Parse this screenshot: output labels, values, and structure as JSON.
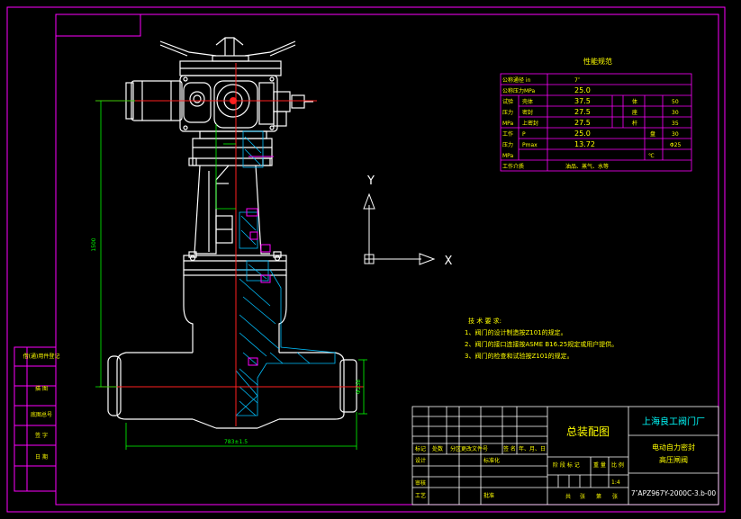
{
  "colors": {
    "background": "#000000",
    "frame": "#ff00ff",
    "outline": "#ffffff",
    "centerline": "#ff2020",
    "dimension": "#00ff00",
    "hatch": "#00c0ff",
    "table_text": "#ffff00",
    "title_text": "#00ffff"
  },
  "spec_table": {
    "title": "性能规范",
    "rows": [
      {
        "label": "公称通径 in",
        "value": "7″"
      },
      {
        "label": "公称压力MPa",
        "value": "25.0"
      },
      {
        "label": "试验",
        "sub": "壳体",
        "value": "37.5"
      },
      {
        "label": "压力",
        "sub": "密封",
        "value": "27.5"
      },
      {
        "label": "MPa",
        "sub": "上密封",
        "value": "27.5"
      },
      {
        "label": "工作",
        "sub": "P",
        "value": "25.0"
      },
      {
        "label": "压力",
        "sub": "Pmax",
        "value": "13.72"
      },
      {
        "label": "MPa",
        "sub": "",
        "value": ""
      },
      {
        "label": "工作介质",
        "value": "油品、蒸气、水等"
      }
    ],
    "right_labels": [
      "体",
      "座",
      "杆",
      "盘"
    ],
    "right_values": [
      "50",
      "30",
      "35",
      "30",
      "Φ25"
    ],
    "temp_unit": "℃"
  },
  "notes": {
    "title": "技 术 要 求:",
    "items": [
      "1、阀门的设计制造按Z101的规定。",
      "2、阀门的接口连接按ASME B16.25规定或用户提供。",
      "3、阀门的检查和试验按Z101的规定。"
    ]
  },
  "axes": {
    "y_label": "Y",
    "x_label": "X"
  },
  "dimensions": {
    "height": "1500",
    "length": "783±1.5",
    "diameter": "Φ238"
  },
  "left_strip": [
    "借(通)用件登记",
    "描 图",
    "底图总号",
    "签 字",
    "日 期"
  ],
  "title_block": {
    "drawing_name": "总装配图",
    "company": "上海良工阀门厂",
    "product_line1": "电动自力密封",
    "product_line2": "高压闸阀",
    "header_labels": [
      "标记",
      "处数",
      "分区",
      "更改文件号",
      "签 名",
      "年、月、日"
    ],
    "role_labels": [
      "设计",
      "审核",
      "工艺"
    ],
    "mid_labels": [
      "标准化",
      "批准"
    ],
    "stage_labels": [
      "阶 段 标 记",
      "重 量",
      "比 例"
    ],
    "sheet_labels": [
      "共",
      "张",
      "第",
      "张"
    ],
    "scale": "1:4",
    "drawing_number": "7″APZ967Y-2000C-3.b-00"
  }
}
